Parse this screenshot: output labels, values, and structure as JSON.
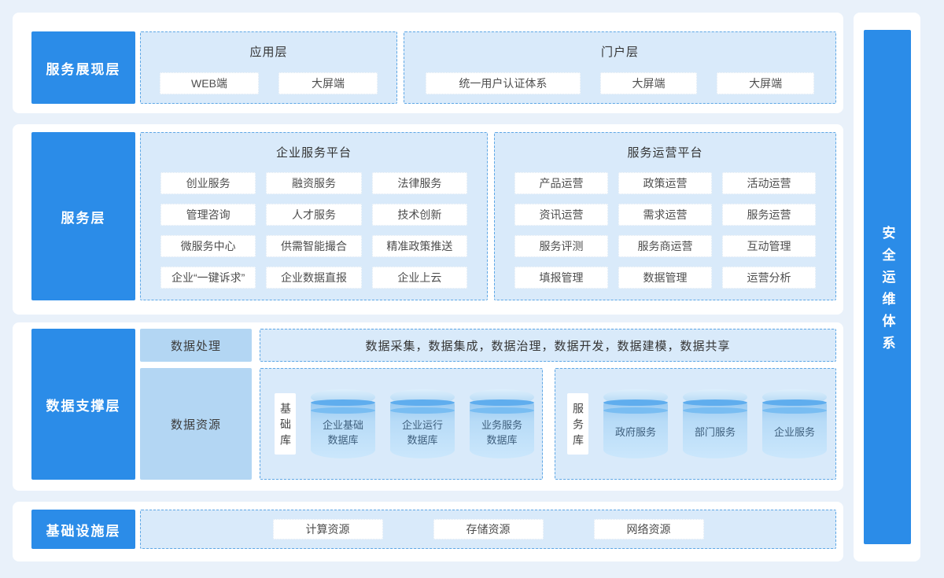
{
  "layers": {
    "presentation": {
      "label": "服务展现层",
      "app_panel": {
        "title": "应用层",
        "items": [
          "WEB端",
          "大屏端"
        ]
      },
      "portal_panel": {
        "title": "门户层",
        "items": [
          "统一用户认证体系",
          "大屏端",
          "大屏端"
        ]
      }
    },
    "service": {
      "label": "服务层",
      "enterprise_panel": {
        "title": "企业服务平台",
        "items": [
          "创业服务",
          "融资服务",
          "法律服务",
          "管理咨询",
          "人才服务",
          "技术创新",
          "微服务中心",
          "供需智能撮合",
          "精准政策推送",
          "企业“一键诉求”",
          "企业数据直报",
          "企业上云"
        ]
      },
      "operation_panel": {
        "title": "服务运营平台",
        "items": [
          "产品运营",
          "政策运营",
          "活动运营",
          "资讯运营",
          "需求运营",
          "服务运营",
          "服务评测",
          "服务商运营",
          "互动管理",
          "填报管理",
          "数据管理",
          "运营分析"
        ]
      }
    },
    "data_support": {
      "label": "数据支撑层",
      "processing_label": "数据处理",
      "pipeline_text": "数据采集，数据集成，数据治理，数据开发，数据建模，数据共享",
      "resource_label": "数据资源",
      "base_db": {
        "label": "基础库",
        "cylinders": [
          {
            "line1": "企业基础",
            "line2": "数据库"
          },
          {
            "line1": "企业运行",
            "line2": "数据库"
          },
          {
            "line1": "业务服务",
            "line2": "数据库"
          }
        ]
      },
      "service_db": {
        "label": "服务库",
        "cylinders": [
          {
            "line1": "政府服务",
            "line2": ""
          },
          {
            "line1": "部门服务",
            "line2": ""
          },
          {
            "line1": "企业服务",
            "line2": ""
          }
        ]
      }
    },
    "infrastructure": {
      "label": "基础设施层",
      "items": [
        "计算资源",
        "存储资源",
        "网络资源"
      ]
    },
    "security": {
      "label": "安全运维体系"
    }
  },
  "colors": {
    "accent_blue": "#2b8ce8",
    "panel_bg": "#d9eafa",
    "panel_border": "#5ea7e5",
    "solid_box_bg": "#b3d6f3",
    "page_bg": "#e9f1fa"
  }
}
